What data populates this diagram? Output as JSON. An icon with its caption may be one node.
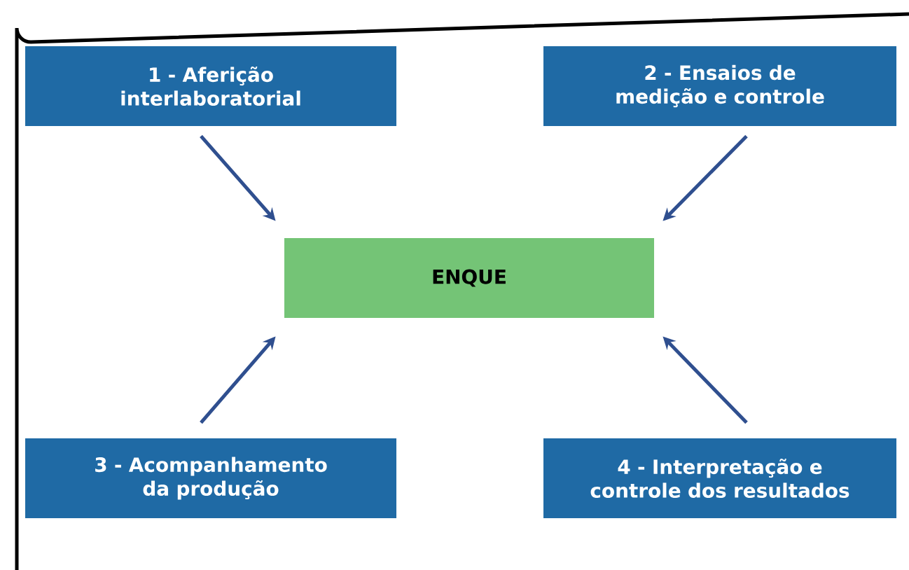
{
  "diagram": {
    "nodes": [
      {
        "text": [
          "1 - Aferição interlaboratorial"
        ]
      },
      {
        "text": [
          "2 - Ensaios de medição e controle"
        ]
      },
      {
        "text": [
          "3 - Acompanhamento da produção"
        ]
      },
      {
        "text": [
          "4 - Interpretação e controle dos resultados"
        ]
      },
      {
        "text": [
          "ENQUE"
        ]
      }
    ],
    "edges": [
      {
        "from": 0,
        "to": 4,
        "arrow": "to"
      },
      {
        "from": 1,
        "to": 4,
        "arrow": "to"
      },
      {
        "from": 2,
        "to": 4,
        "arrow": "to"
      },
      {
        "from": 3,
        "to": 4,
        "arrow": "to"
      }
    ]
  }
}
